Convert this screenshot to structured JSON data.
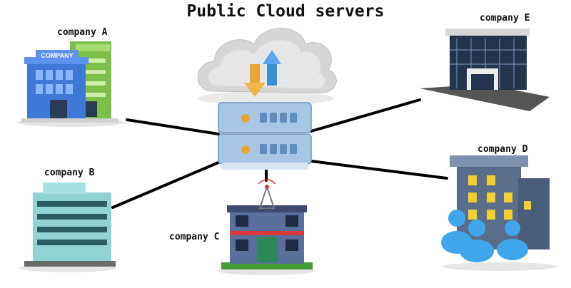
{
  "title": "Public Cloud servers",
  "nodes": {
    "company_a": {
      "label": "company A",
      "sign": "COMPANY"
    },
    "company_b": {
      "label": "company B"
    },
    "company_c": {
      "label": "company C"
    },
    "company_d": {
      "label": "company D"
    },
    "company_e": {
      "label": "company E"
    }
  },
  "colors": {
    "connector": "#000000",
    "cloud": "#d9d9d9",
    "server": "#8fb3d6",
    "arrow_up": "#3b8fd9",
    "arrow_down": "#e6a534"
  },
  "icons": [
    "cloud-icon",
    "upload-arrow-icon",
    "download-arrow-icon",
    "server-rack-icon",
    "antenna-icon",
    "people-icon"
  ]
}
